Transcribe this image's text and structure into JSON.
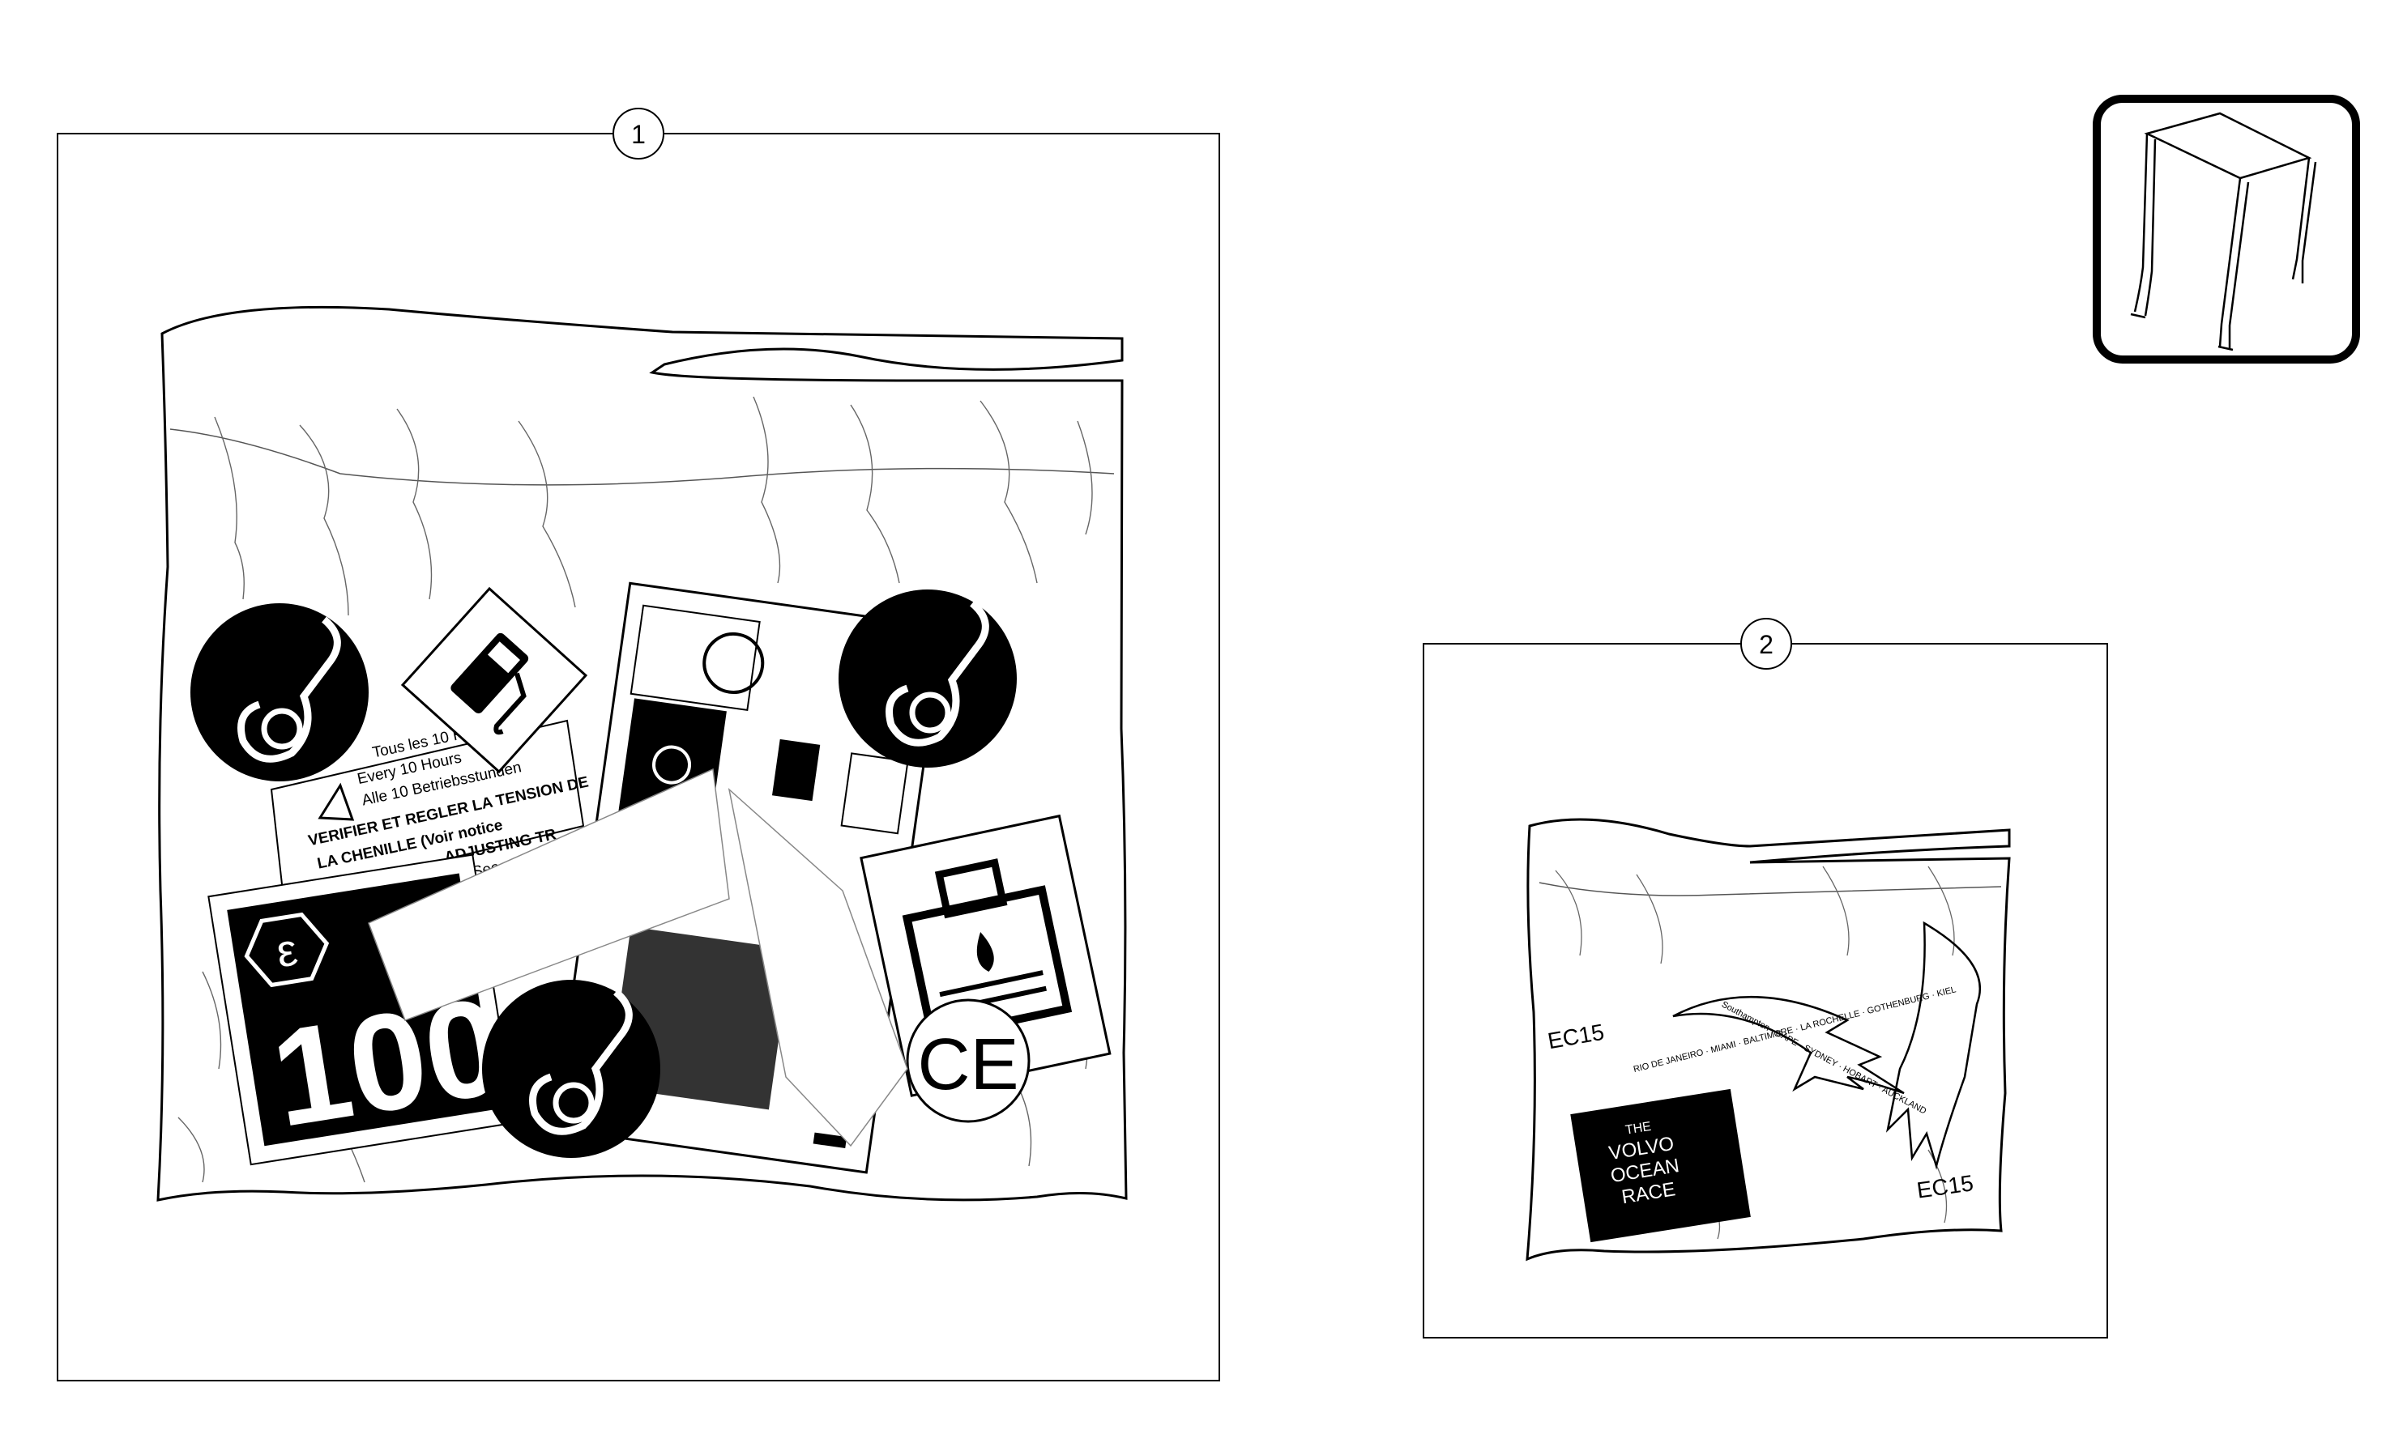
{
  "callouts": {
    "panel1": "1",
    "panel2": "2"
  },
  "decals_kit": {
    "warning_lines": [
      "Tous les 10 Heures",
      "Every 10 Hours",
      "Alle 10 Betriebsstunden",
      "VERIFIER ET REGLER LA TENSION DE",
      "LA CHENILLE (Voir notice",
      "ADJUSTING TR",
      "See"
    ],
    "noise_label": "100",
    "ce_mark": "CE",
    "icons": [
      "lifting-hook-icon",
      "fuel-pump-icon",
      "hydraulic-oil-icon",
      "ce-mark-icon",
      "noise-level-icon",
      "control-pattern-icon"
    ]
  },
  "volvo_decals": {
    "model_top": "EC15",
    "model_bottom": "EC15",
    "route_top": "RIO DE JANEIRO · MIAMI · BALTIMORE · LA ROCHELLE · GOTHENBURG · KIEL",
    "route_bottom": "Southampton · CAPE · SYDNEY · HOBART · AUCKLAND",
    "logo_lines": [
      "THE",
      "VOLVO",
      "OCEAN",
      "RACE"
    ]
  },
  "thumbnail": {
    "icon": "canopy-frame-icon"
  }
}
